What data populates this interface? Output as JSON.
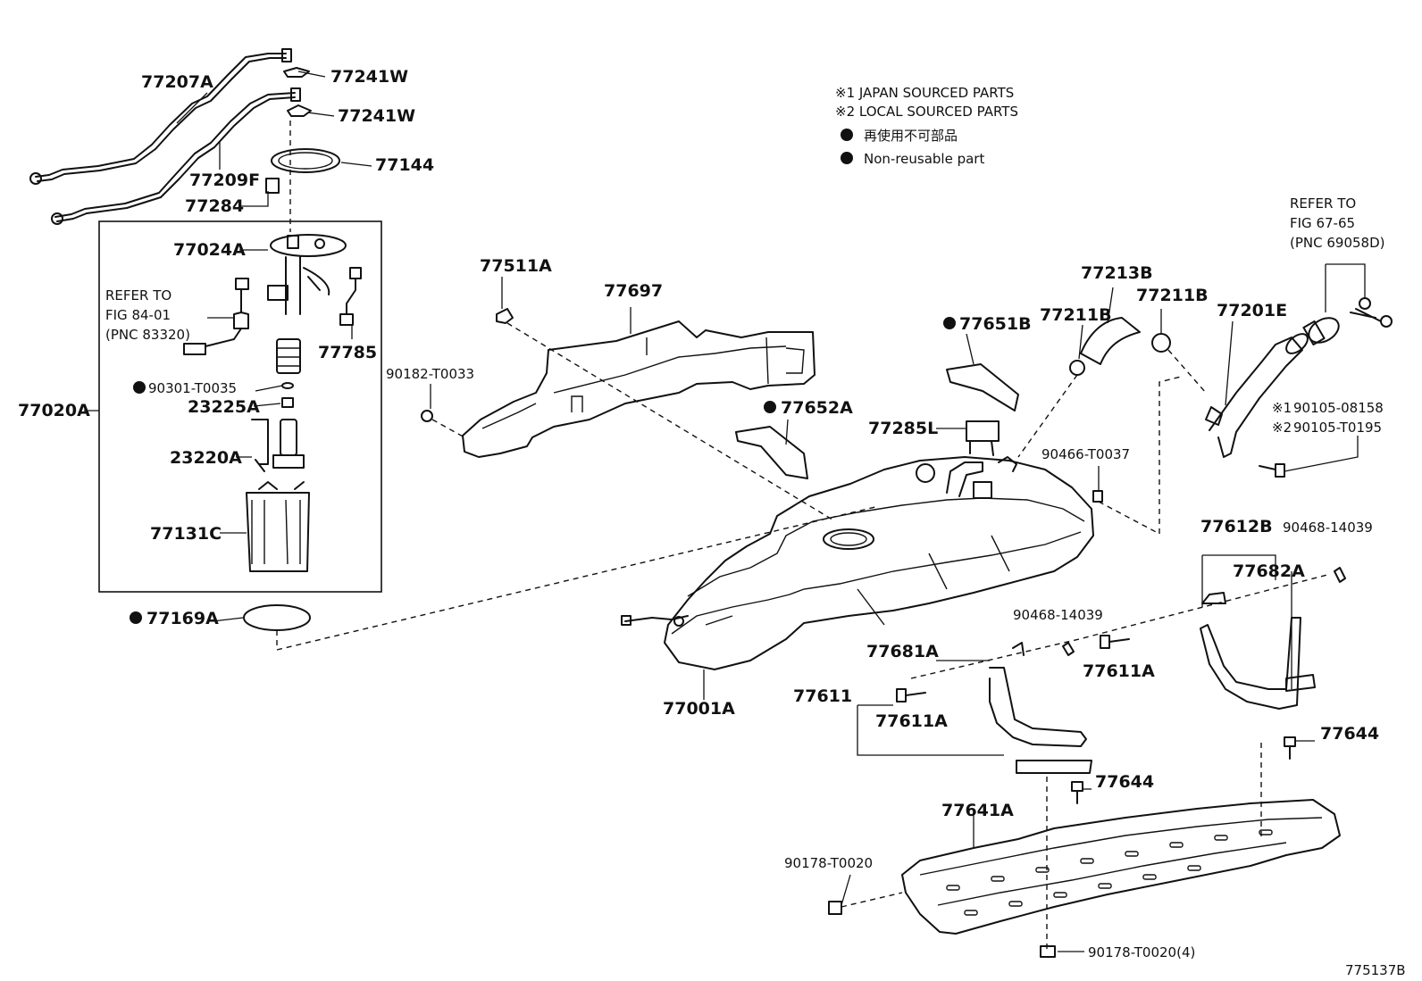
{
  "legend": {
    "note1": "※1 JAPAN SOURCED PARTS",
    "note2": "※2 LOCAL SOURCED PARTS",
    "note3": "再使用不可部品",
    "note4": "Non-reusable part"
  },
  "refs": {
    "fig_67": [
      "REFER TO",
      "FIG 67-65",
      "(PNC 69058D)"
    ],
    "fig_84": [
      "REFER TO",
      "FIG 84-01",
      "(PNC 83320)"
    ]
  },
  "labels": {
    "p77207A": "77207A",
    "p77241W_1": "77241W",
    "p77241W_2": "77241W",
    "p77144": "77144",
    "p77209F": "77209F",
    "p77284": "77284",
    "p77024A": "77024A",
    "p77785": "77785",
    "p90301": "90301-T0035",
    "p23225A": "23225A",
    "p77020A": "77020A",
    "p23220A": "23220A",
    "p77131C": "77131C",
    "p77169A": "77169A",
    "p77511A": "77511A",
    "p77697": "77697",
    "p90182": "90182-T0033",
    "p77213B": "77213B",
    "p77211B_1": "77211B",
    "p77211B_2": "77211B",
    "p77201E": "77201E",
    "p77651B": "77651B",
    "p77652A": "77652A",
    "p77285L": "77285L",
    "p90466": "90466-T0037",
    "p90105_1": "90105-08158",
    "p90105_2": "90105-T0195",
    "p77612B": "77612B",
    "p90468_1": "90468-14039",
    "p77682A": "77682A",
    "p90468_2": "90468-14039",
    "p77611A_1": "77611A",
    "p77681A": "77681A",
    "p77611": "77611",
    "p77611A_2": "77611A",
    "p77001A": "77001A",
    "p77644_1": "77644",
    "p77644_2": "77644",
    "p77641A": "77641A",
    "p90178_1": "90178-T0020",
    "p90178_2": "90178-T0020(4)",
    "fig_id": "775137B"
  },
  "marks": {
    "mark1": "※1",
    "mark2": "※2"
  }
}
